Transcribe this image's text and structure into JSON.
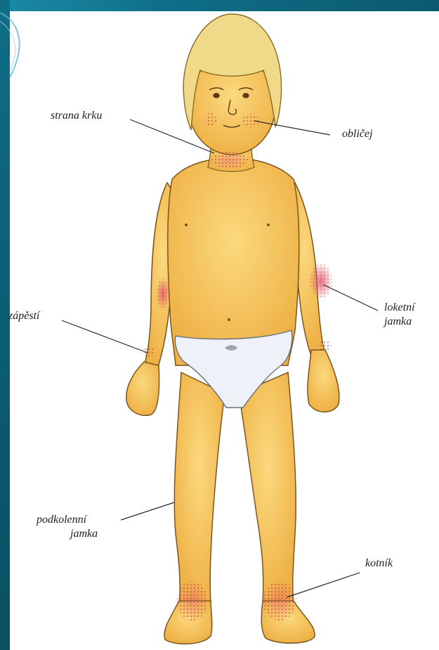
{
  "labels": {
    "neck": "strana krku",
    "face": "obličej",
    "wrist": "zápěstí",
    "elbow_line1": "loketní",
    "elbow_line2": "jamka",
    "knee_line1": "podkolenní",
    "knee_line2": "jamka",
    "ankle": "kotník"
  },
  "colors": {
    "frame": "#0f6d86",
    "skin": "#f7c45f",
    "rash": "#d9485a",
    "hair": "#f1d98a",
    "underwear": "#eef1f8"
  }
}
